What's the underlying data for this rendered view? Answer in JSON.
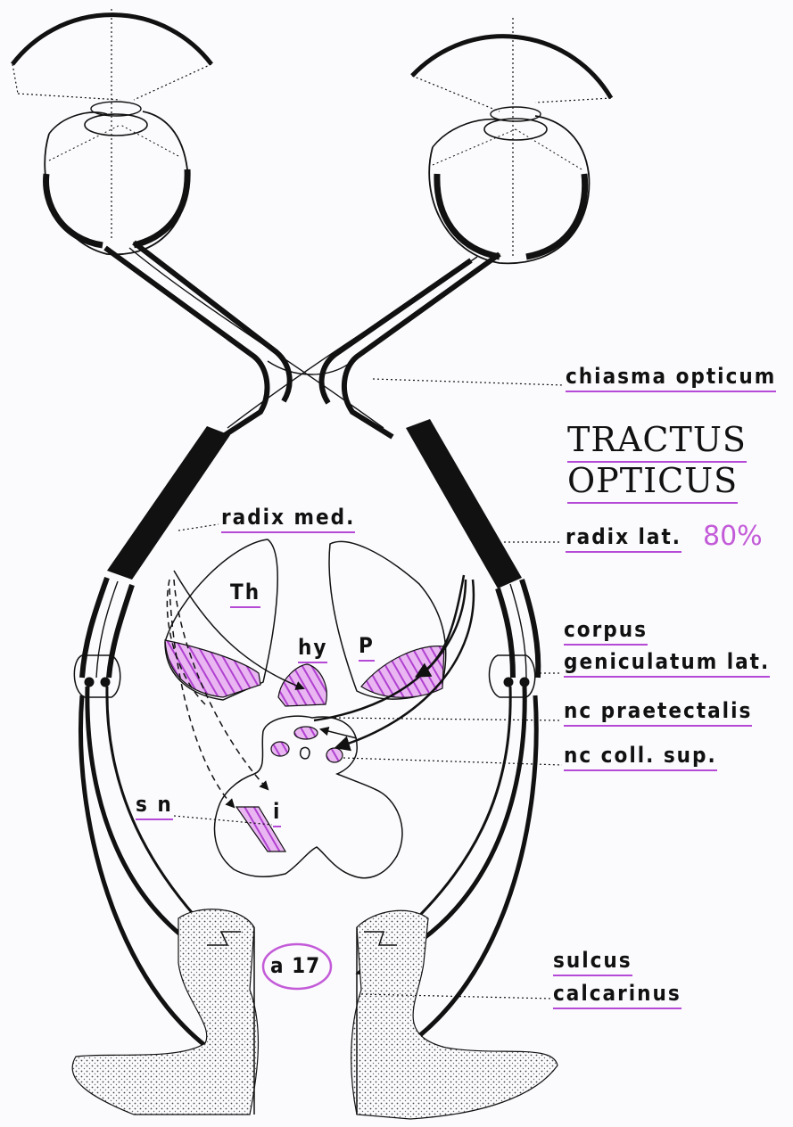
{
  "labels": {
    "chiasma": "chiasma opticum",
    "tractus_line1": "TRACTUS",
    "tractus_line2": "OPTICUS",
    "radix_lat": "radix lat.",
    "radix_lat_percent": "80%",
    "radix_med": "radix med.",
    "th": "Th",
    "hy": "hy",
    "p": "P",
    "corpus_line1": "corpus",
    "corpus_line2": "geniculatum lat.",
    "praetectalis": "nc praetectalis",
    "coll_sup": "nc coll. sup.",
    "sn": "s n",
    "i": "i",
    "a17": "a 17",
    "sulcus_line1": "sulcus",
    "sulcus_line2": "calcarinus"
  },
  "colors": {
    "ink": "#111111",
    "highlight": "#b54ad6",
    "hatch_fill": "#cc55dd",
    "handwriting": "#c35bd8",
    "paper": "#fbfafd"
  }
}
